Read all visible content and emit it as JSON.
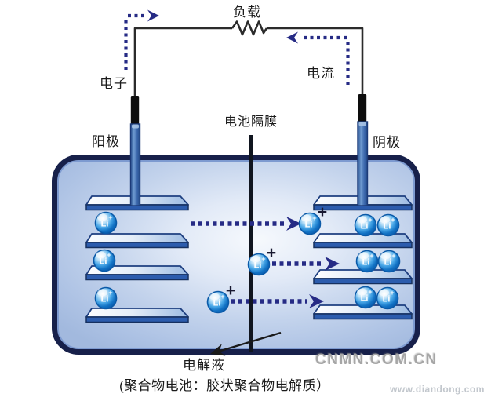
{
  "labels": {
    "load": "负载",
    "electron": "电子",
    "current": "电流",
    "anode": "阳极",
    "separator": "电池隔膜",
    "cathode": "阴极",
    "electrolyte": "电解液",
    "caption": "(聚合物电池：胶状聚合物电解质）"
  },
  "ion": {
    "label": "Li",
    "charge": "+"
  },
  "watermarks": {
    "primary": "CNMN.COM.CN",
    "secondary": "www.diandong.com"
  },
  "colors": {
    "arrow": "#262b85",
    "wire": "#2b2b2b",
    "container_border": "#17204a",
    "plate_front": "#2c5cad",
    "ion_rim": "#0b5aa8",
    "text": "#1b1b1b",
    "watermark": "#a6a6a6",
    "watermark_secondary": "#c2c7cd"
  }
}
